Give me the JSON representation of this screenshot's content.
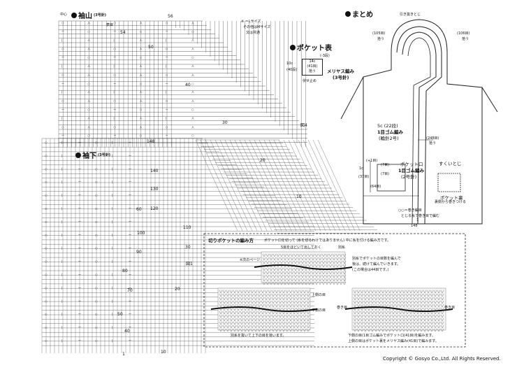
{
  "sections": {
    "sleeve_cap": {
      "title": "袖山",
      "needle": "(3号針)"
    },
    "sleeve_lower": {
      "title": "袖下",
      "needle": "(3号針)"
    },
    "pocket_face": {
      "title": "ポケット表"
    },
    "assembly": {
      "title": "まとめ"
    }
  },
  "sleeve_cap_labels": {
    "center": "中心",
    "front": "表目",
    "legend_size": "※ ＝Lサイズ",
    "legend_other": "その他はMサイズ",
    "legend_common": "又は共通",
    "num_56": "56",
    "num_54": "54",
    "num_50": "50",
    "num_40": "40",
    "num_30": "30",
    "num_20": "20",
    "num_10": "10",
    "fig4": "図4"
  },
  "sleeve_lower_labels": {
    "num_148": "148",
    "num_140": "140",
    "num_130": "130",
    "num_120": "120",
    "num_110": "110",
    "num_100": "100",
    "num_90": "90",
    "num_80": "80",
    "num_70": "70",
    "num_60": "60",
    "num_50": "50",
    "num_40": "40",
    "num_30": "30",
    "num_20": "20",
    "num_10": "10",
    "num_1": "1",
    "fig1": "図1"
  },
  "pocket_face_labels": {
    "rows": "(-3段)",
    "width": "14c",
    "stitches": "(41目)",
    "pickup": "拾う",
    "height": "10c",
    "height_rows": "(40段)",
    "stitch_name": "メリヤス編み",
    "needle": "(3号針)",
    "start": "伏せ止め"
  },
  "assembly_labels": {
    "top": "引き抜きとじ",
    "hood_left": "(105目)",
    "hood_left_pick": "拾う",
    "hood_right": "(106目)",
    "hood_right_pick": "拾う",
    "band_width": "5c (22段)",
    "band_stitch": "1目ゴム編み",
    "band_needle": "(輪針2号)",
    "band_count": "(248目)",
    "band_count_pick": "拾う",
    "pocket_mouth": "ポケット口",
    "pocket_mouth_stitch": "1目ゴム編み",
    "pocket_mouth_needle": "(2号針)",
    "left_1": "(+1目)",
    "left_1c": "1c",
    "left_7": "(7目)",
    "left_64": "(64目)",
    "left_37": "(37目)",
    "left_7b": "(7目)",
    "blind": "すくいとじ",
    "pocket_back": "ポケット裏",
    "pocket_back_note": "裏側から巻きつける",
    "bottom_note1": "○○＝巻き編目",
    "bottom_note2": "とじる糸で巻き目で編む",
    "num_1": "1",
    "num_148": "148"
  },
  "cut_pocket": {
    "title": "切りポケットの編み方",
    "subtitle": "ポケット口を切って (糸を切るわけではありません) 中に糸を付ける編み方です。",
    "pull_out": "5目をほどいて出しておく",
    "separate_yarn": "別糸",
    "ref_note": "※次のページ",
    "instruction_1": "別糸でポケットの目数を編んで",
    "instruction_2": "後は、続けて編んでいきます。",
    "instruction_3": "(この場合は44目です。)",
    "upper_stitch": "上側の目",
    "lower_stitch": "下側の目",
    "remove_note": "別糸を抜いて上下の目を拾います。",
    "rolled": "巻き目",
    "rolled2": "巻き目",
    "bottom_1": "下側の目(1目ゴム編みでポケット口(41目)を編みます。",
    "bottom_2": "上側の目はポケット裏をメリヤス編み(41目)で編みます。"
  },
  "footer": {
    "copyright": "Copyright © Gosyo Co.,Ltd. All Rights Reserved."
  }
}
